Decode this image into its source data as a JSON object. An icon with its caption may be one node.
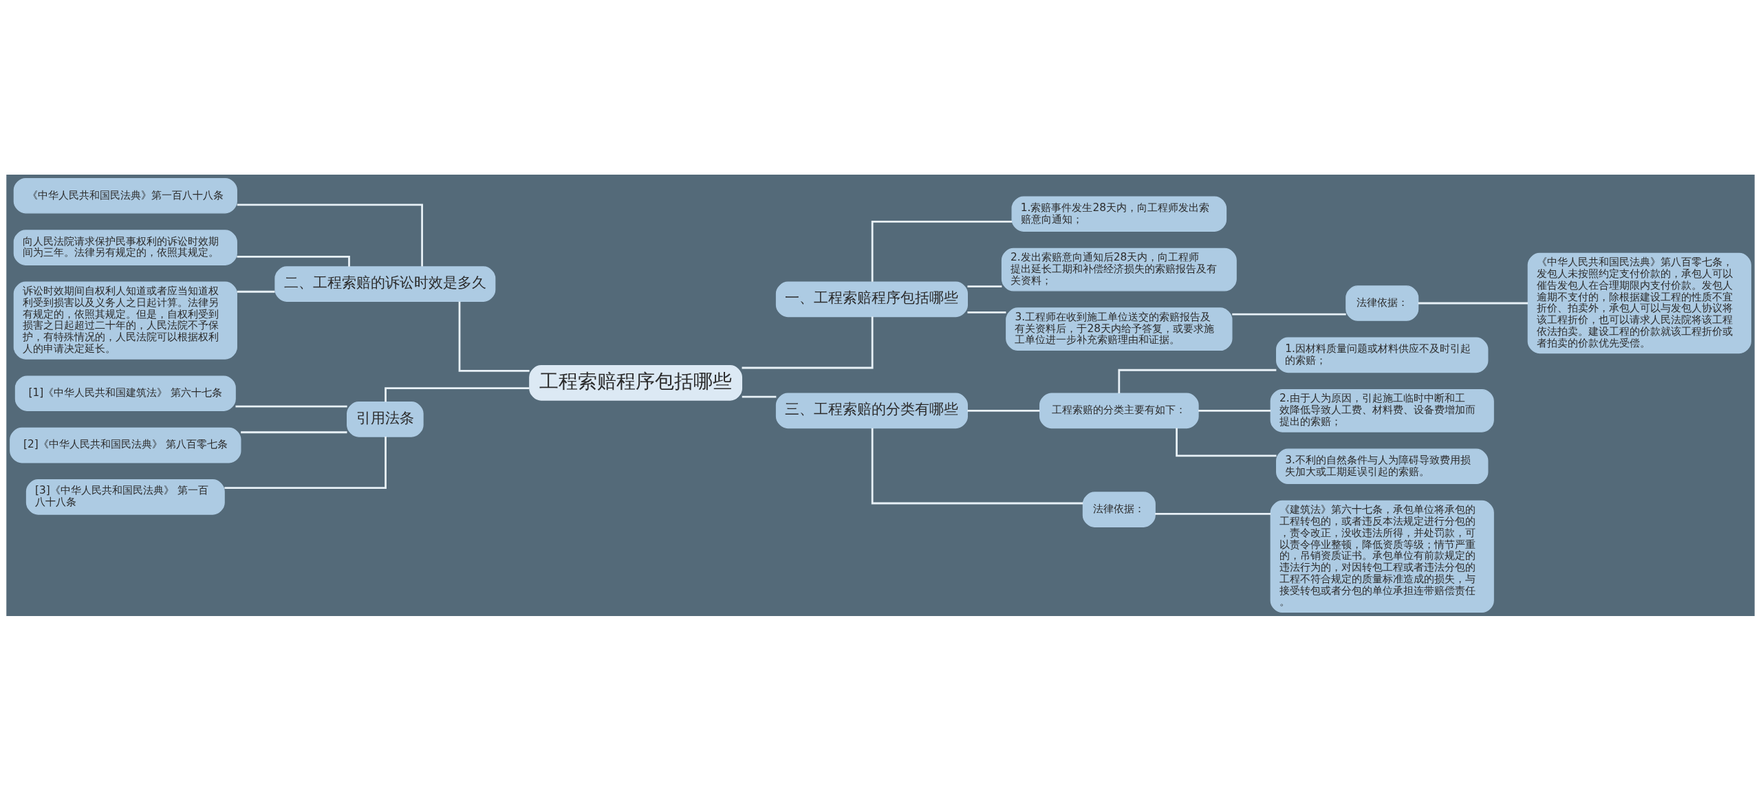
{
  "diagram": {
    "nodes": [
      {
        "text": [
          "工程索赔程序包括哪些"
        ]
      },
      {
        "text": [
          "一、工程索赔程序包括哪些"
        ]
      },
      {
        "text": [
          "1.索赔事件发生28天内，向工程师发出索赔意向通知；"
        ]
      },
      {
        "text": [
          "2.发出索赔意向通知后28天内，向工程师提出延长工期和补偿经济损失的索赔报告及有关资料；"
        ]
      },
      {
        "text": [
          "3.工程师在收到施工单位送交的索赔报告及有关资料后，于28天内给予答复，或要求施工单位进一步补充索赔理由和证据。"
        ]
      },
      {
        "text": [
          "法律依据："
        ]
      },
      {
        "text": [
          "《中华人民共和国民法典》第八百零七条，发包人未按照约定支付价款的，承包人可以催告发包人在合理期限内支付价款。发包人逾期不支付的，除根据建设工程的性质不宜折价、拍卖外，承包人可以与发包人协议将该工程折价，也可以请求人民法院将该工程依法拍卖。建设工程的价款就该工程折价或者拍卖的价款优先受偿。"
        ]
      },
      {
        "text": [
          "三、工程索赔的分类有哪些"
        ]
      },
      {
        "text": [
          "工程索赔的分类主要有如下："
        ]
      },
      {
        "text": [
          "1.因材料质量问题或材料供应不及时引起的索赔；"
        ]
      },
      {
        "text": [
          "2.由于人为原因，引起施工临时中断和工效降低导致人工费、材料费、设备费增加而提出的索赔；"
        ]
      },
      {
        "text": [
          "3.不利的自然条件与人为障碍导致费用损失加大或工期延误引起的索赔。"
        ]
      },
      {
        "text": [
          "法律依据："
        ]
      },
      {
        "text": [
          "《建筑法》第六十七条，承包单位将承包的工程转包的，或者违反本法规定进行分包的，责令改正，没收违法所得，并处罚款，可以责令停业整顿，降低资质等级；情节严重的，吊销资质证书。承包单位有前款规定的违法行为的，对因转包工程或者违法分包的工程不符合规定的质量标准造成的损失，与接受转包或者分包的单位承担连带赔偿责任。"
        ]
      },
      {
        "text": [
          "二、工程索赔的诉讼时效是多久"
        ]
      },
      {
        "text": [
          "《中华人民共和国民法典》第一百八十八条"
        ]
      },
      {
        "text": [
          "向人民法院请求保护民事权利的诉讼时效期间为三年。法律另有规定的，依照其规定。"
        ]
      },
      {
        "text": [
          "诉讼时效期间自权利人知道或者应当知道权利受到损害以及义务人之日起计算。法律另有规定的，依照其规定。但是，自权利受到损害之日起超过二十年的，人民法院不予保护，有特殊情况的，人民法院可以根据权利人的申请决定延长。"
        ]
      },
      {
        "text": [
          "引用法条"
        ]
      },
      {
        "text": [
          "[1]《中华人民共和国建筑法》 第六十七条"
        ]
      },
      {
        "text": [
          "[2]《中华人民共和国民法典》 第八百零七条"
        ]
      },
      {
        "text": [
          "[3]《中华人民共和国民法典》 第一百八十八条"
        ]
      }
    ],
    "edges": [
      {
        "from": 0,
        "to": 1,
        "arrow": "none"
      },
      {
        "from": 1,
        "to": 2,
        "arrow": "none"
      },
      {
        "from": 1,
        "to": 3,
        "arrow": "none"
      },
      {
        "from": 1,
        "to": 4,
        "arrow": "none"
      },
      {
        "from": 4,
        "to": 5,
        "arrow": "none"
      },
      {
        "from": 5,
        "to": 6,
        "arrow": "none"
      },
      {
        "from": 0,
        "to": 7,
        "arrow": "none"
      },
      {
        "from": 7,
        "to": 8,
        "arrow": "none"
      },
      {
        "from": 8,
        "to": 9,
        "arrow": "none"
      },
      {
        "from": 8,
        "to": 10,
        "arrow": "none"
      },
      {
        "from": 8,
        "to": 11,
        "arrow": "none"
      },
      {
        "from": 7,
        "to": 12,
        "arrow": "none"
      },
      {
        "from": 12,
        "to": 13,
        "arrow": "none"
      },
      {
        "from": 0,
        "to": 14,
        "arrow": "none"
      },
      {
        "from": 14,
        "to": 15,
        "arrow": "none"
      },
      {
        "from": 14,
        "to": 16,
        "arrow": "none"
      },
      {
        "from": 14,
        "to": 17,
        "arrow": "none"
      },
      {
        "from": 0,
        "to": 18,
        "arrow": "none"
      },
      {
        "from": 18,
        "to": 19,
        "arrow": "none"
      },
      {
        "from": 18,
        "to": 20,
        "arrow": "none"
      },
      {
        "from": 18,
        "to": 21,
        "arrow": "none"
      }
    ]
  }
}
